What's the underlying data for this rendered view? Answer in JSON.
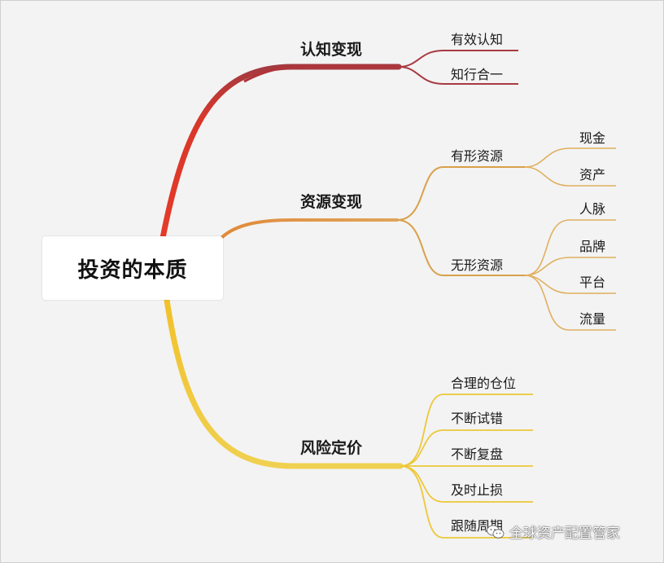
{
  "root": {
    "label": "投资的本质"
  },
  "branches": [
    {
      "label": "认知变现",
      "color": "#c94a3c",
      "children": [
        {
          "label": "有效认知"
        },
        {
          "label": "知行合一"
        }
      ]
    },
    {
      "label": "资源变现",
      "color": "#d9a04a",
      "children": [
        {
          "label": "有形资源",
          "children": [
            {
              "label": "现金"
            },
            {
              "label": "资产"
            }
          ]
        },
        {
          "label": "无形资源",
          "children": [
            {
              "label": "人脉"
            },
            {
              "label": "品牌"
            },
            {
              "label": "平台"
            },
            {
              "label": "流量"
            }
          ]
        }
      ]
    },
    {
      "label": "风险定价",
      "color": "#e8c22a",
      "children": [
        {
          "label": "合理的仓位"
        },
        {
          "label": "不断试错"
        },
        {
          "label": "不断复盘"
        },
        {
          "label": "及时止损"
        },
        {
          "label": "跟随周期"
        }
      ]
    }
  ],
  "watermark": {
    "text": "全球资产配置管家",
    "icon": "wechat-icon"
  }
}
